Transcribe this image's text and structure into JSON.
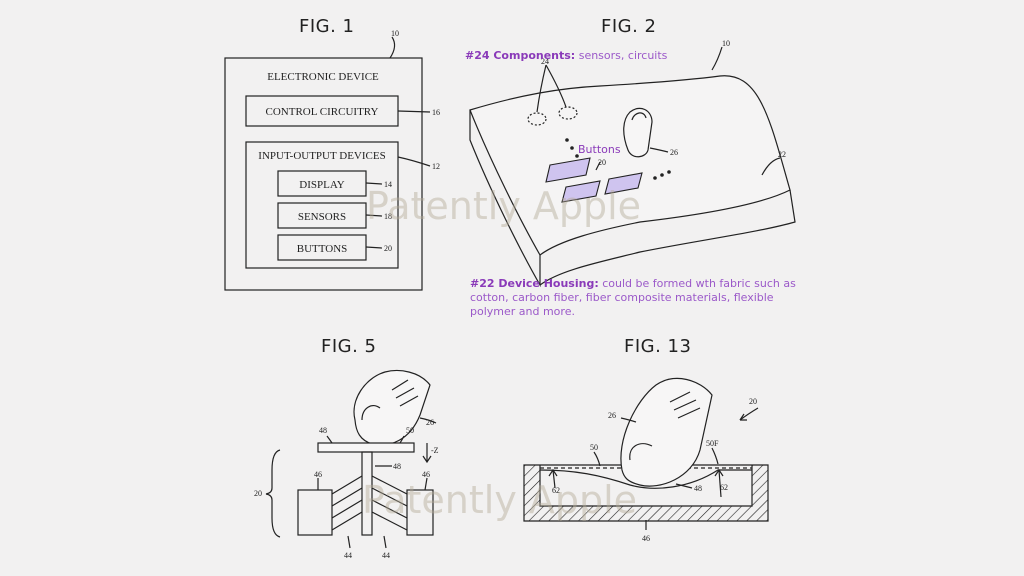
{
  "figures": {
    "fig1": {
      "title": "FIG. 1",
      "ref_device": "10",
      "device_label": "ELECTRONIC DEVICE",
      "control_label": "CONTROL CIRCUITRY",
      "ref_control": "16",
      "io_label": "INPUT-OUTPUT DEVICES",
      "ref_io": "12",
      "display_label": "DISPLAY",
      "ref_display": "14",
      "sensors_label": "SENSORS",
      "ref_sensors": "18",
      "buttons_label": "BUTTONS",
      "ref_buttons": "20"
    },
    "fig2": {
      "title": "FIG. 2",
      "ref_device": "10",
      "ref_components": "24",
      "ref_buttons": "20",
      "ref_finger": "26",
      "ref_housing": "22",
      "buttons_caption": "Buttons"
    },
    "fig5": {
      "title": "FIG. 5",
      "ref_plate": "48",
      "ref_plate_right": "50",
      "ref_finger": "26",
      "ref_z": "-Z",
      "ref_stem": "48",
      "ref_left_block": "46",
      "ref_right_block": "46",
      "ref_assembly": "20",
      "ref_spring_left": "44",
      "ref_spring_right": "44"
    },
    "fig13": {
      "title": "FIG. 13",
      "ref_finger": "26",
      "ref_assembly": "20",
      "ref_surface": "50",
      "ref_surface_f": "50F",
      "ref_left": "62",
      "ref_right": "62",
      "ref_membrane": "48",
      "ref_base": "46"
    }
  },
  "annotations": {
    "components_heading": "#24 Components:",
    "components_text": " sensors, circuits",
    "housing_heading": "#22 Device Housing:",
    "housing_text": " could be formed wth fabric such as cotton, carbon fiber, fiber composite materials, flexible polymer and more."
  },
  "watermark": {
    "top": "Patently Apple",
    "bottom": "Patently Apple"
  },
  "colors": {
    "accent": "#8a3ab9",
    "button_fill": "#cfc4ef",
    "line": "#222222"
  }
}
